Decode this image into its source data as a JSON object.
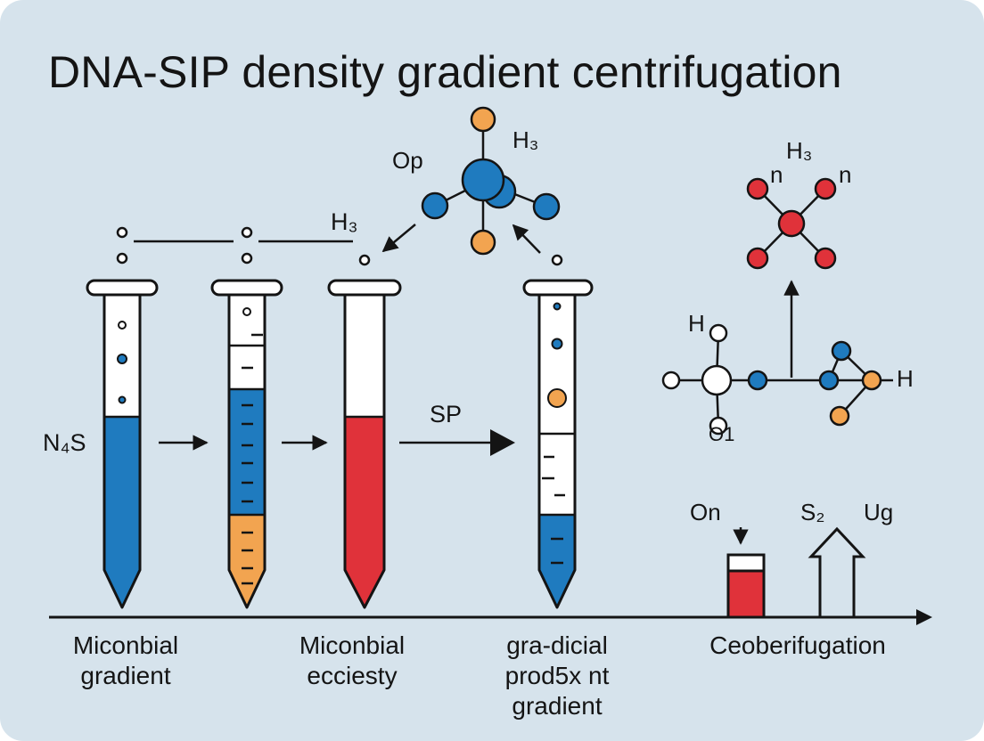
{
  "title": "DNA-SIP density gradient centrifugation",
  "colors": {
    "background": "#d6e3ec",
    "blue": "#1f7bbf",
    "orange": "#f2a450",
    "red": "#e0323a",
    "ink": "#141414"
  },
  "labels": {
    "n4s": "N₄S",
    "sp": "SP",
    "h3_tubes": "H₃",
    "op": "Op",
    "h3_molecule": "H₃",
    "h3_right": "H₃",
    "n_left": "n",
    "n_right": "n",
    "h_top": "H",
    "o1": "O1",
    "h_right": "H",
    "on": "On",
    "s2": "S₂",
    "ug": "Ug"
  },
  "captions": {
    "col1": [
      "Miconbial",
      "gradient"
    ],
    "col2": [
      "Miconbial",
      "ecciesty"
    ],
    "col3": [
      "gra-dicial",
      "prod5x nt",
      "gradient"
    ],
    "col4": [
      "Ceoberifugation"
    ]
  },
  "icons": [
    "test-tube",
    "molecule",
    "arrow-right",
    "arrow-up",
    "up-arrow-outline",
    "bar-gauge"
  ]
}
